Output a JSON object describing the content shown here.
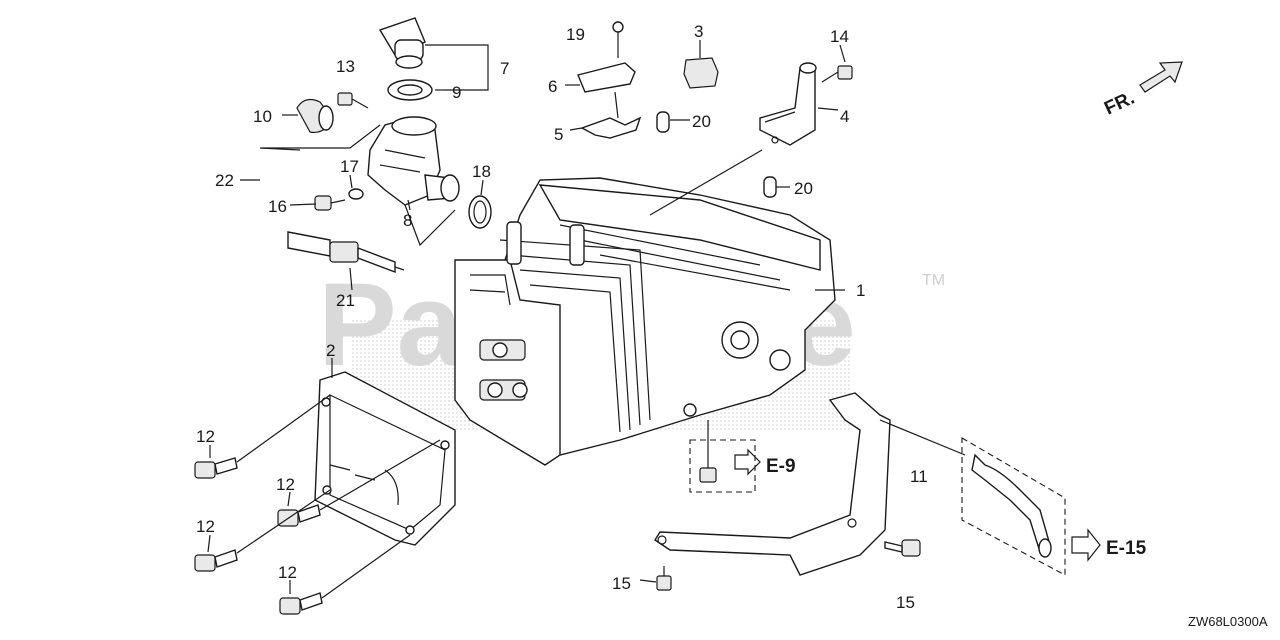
{
  "watermark": {
    "text": "PartsTree",
    "trademark": "TM"
  },
  "orientation": {
    "label": "FR."
  },
  "drawing_code": "ZW68L0300A",
  "references": {
    "e9": "E-9",
    "e15": "E-15"
  },
  "callouts": {
    "n1": "1",
    "n2": "2",
    "n3": "3",
    "n4": "4",
    "n5": "5",
    "n6": "6",
    "n7": "7",
    "n8": "8",
    "n9": "9",
    "n10": "10",
    "n11": "11",
    "n12a": "12",
    "n12b": "12",
    "n12c": "12",
    "n12d": "12",
    "n13": "13",
    "n14": "14",
    "n15a": "15",
    "n15b": "15",
    "n16": "16",
    "n17": "17",
    "n18": "18",
    "n19": "19",
    "n20a": "20",
    "n20b": "20",
    "n21": "21",
    "n22": "22"
  }
}
